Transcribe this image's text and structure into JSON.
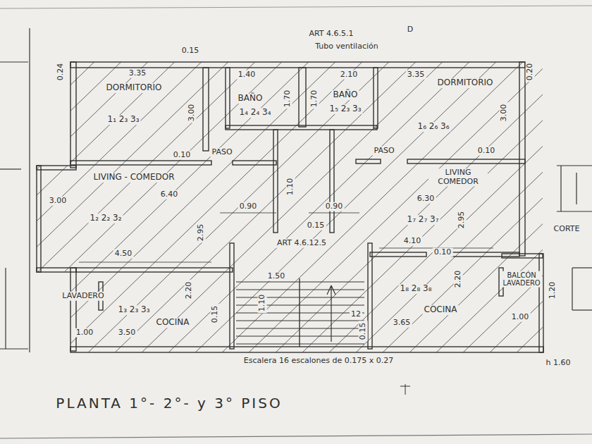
{
  "diagram": {
    "title": "PLANTA 1°- 2°- y 3° PISO",
    "nodes": [
      {
        "text": [
          "DORMITORIO",
          "1₁ 2₃ 3₃"
        ]
      },
      {
        "text": [
          "BAÑO",
          "1₄ 2₄ 3₄"
        ]
      },
      {
        "text": [
          "BAÑO",
          "1₅ 2₃ 3₃"
        ]
      },
      {
        "text": [
          "DORMITORIO",
          "1₆ 2₆ 3₆"
        ]
      },
      {
        "text": [
          "LIVING - COMEDOR",
          "1₂ 2₂ 3₂"
        ]
      },
      {
        "text": [
          "LIVING COMEDOR",
          "1₇ 2₇ 3₇"
        ]
      },
      {
        "text": [
          "COCINA",
          "1₃ 2₃ 3₃"
        ]
      },
      {
        "text": [
          "COCINA",
          "1₈ 2₈ 3₈"
        ]
      },
      {
        "text": [
          "BALCÓN LAVADERO"
        ]
      }
    ],
    "labels": [
      "ART 4.6.5.1",
      "Tubo ventilación",
      "D",
      "0.15",
      "0.24",
      "0.20",
      "3.35",
      "3.00",
      "1.40",
      "1.70",
      "2.10",
      "1.70",
      "3.35",
      "3.00",
      "PASO",
      "0.10",
      "PASO",
      "0.10",
      "1.10",
      "0.90",
      "0.90",
      "0.15",
      "6.40",
      "3.00",
      "4.50",
      "2.95",
      "6.30",
      "4.10",
      "2.95",
      "ART 4.6.12.5",
      "LAVADERO",
      "1.00",
      "3.50",
      "2.20",
      "0.15",
      "1.50",
      "1.10",
      "12",
      "0.15",
      "3.65",
      "2.20",
      "1.00",
      "1.20",
      "h 1.60",
      "Escalera 16 escalones de 0.175 x 0.27",
      "CORTE",
      "0.10"
    ]
  }
}
